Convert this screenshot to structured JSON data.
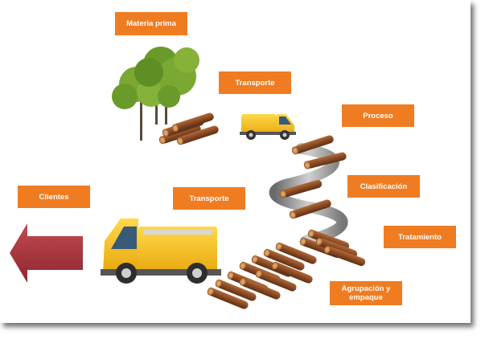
{
  "stages": {
    "materia_prima": "Materia prima",
    "transporte_1": "Transporte",
    "proceso": "Proceso",
    "clasificacion": "Clasificación",
    "tratamiento": "Tratamiento",
    "agrupacion": "Agrupación y empaque",
    "transporte_2": "Transporte",
    "clientes": "Clientes"
  },
  "colors": {
    "label_bg": "#f07c22",
    "arrow": "#a8323a",
    "truck_yellow": "#f7c21b",
    "log_brown": "#8a4a24",
    "tree_green": "#6a9a2a"
  },
  "icons": [
    "tree-icon",
    "log-pile-icon",
    "small-truck-icon",
    "large-truck-icon",
    "spiral-ramp-icon",
    "left-arrow-icon"
  ]
}
